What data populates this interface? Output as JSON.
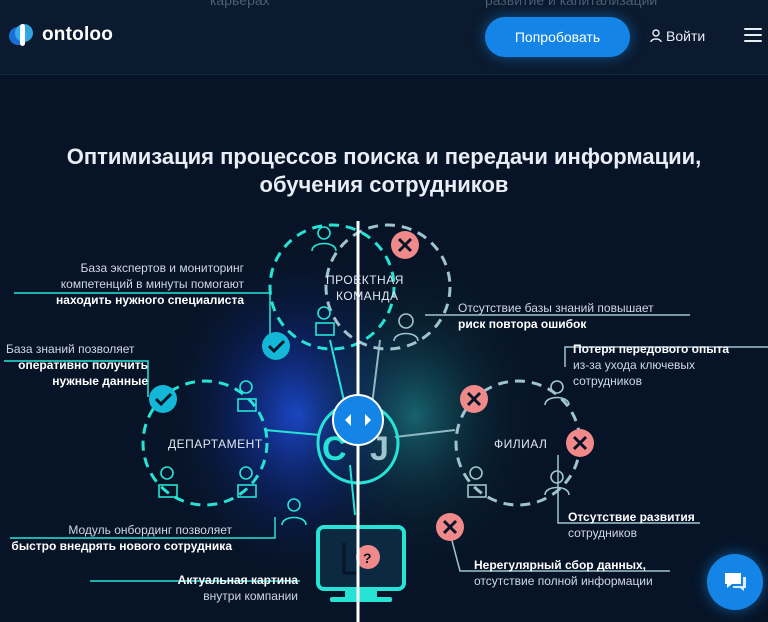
{
  "header": {
    "ghost_left": "карьерах",
    "ghost_right": "развитие и капитализации",
    "logo_text": "ontoloo",
    "try_button": "Попробовать",
    "login_label": "Войти"
  },
  "section": {
    "title_line1": "Оптимизация процессов поиска и передачи информации,",
    "title_line2": "обучения сотрудников"
  },
  "diagram": {
    "left": {
      "experts": {
        "line1": "База экспертов и мониторинг",
        "line2": "компетенций в минуты помогают",
        "bold": "находить нужного специалиста"
      },
      "knowledge": {
        "line1": "База знаний позволяет",
        "bold1": "оперативно получить",
        "bold2": "нужные данные"
      },
      "onboarding": {
        "line1": "Модуль онбординг позволяет",
        "bold": "быстро внедрять нового сотрудника"
      },
      "actual": {
        "bold": "Актуальная картина",
        "line2": "внутри компании"
      },
      "department_label": "ДЕПАРТАМЕНТ",
      "project_label_1": "ПРОЕКТНАЯ",
      "project_label_2": "КОМАНДА"
    },
    "right": {
      "no_kb": {
        "line1": "Отсутствие базы знаний повышает",
        "bold": "риск повтора ошибок"
      },
      "loss": {
        "bold": "Потеря передового опыта",
        "line2": "из-за ухода ключевых",
        "line3": "сотрудников"
      },
      "no_dev": {
        "bold": "Отсутствие развития",
        "line2": "сотрудников"
      },
      "irregular": {
        "bold": "Нерегулярный сбор данных,",
        "line2": "отсутствие полной информации"
      },
      "branch_label": "ФИЛИАЛ"
    }
  },
  "colors": {
    "accent": "#1485e6",
    "cyan": "#26e3d6",
    "check": "#13b7d8",
    "cross": "#f08a8a"
  },
  "icons": {
    "user": "user-icon",
    "menu": "hamburger-icon",
    "chat": "chat-icon",
    "slider": "compare-slider-icon"
  }
}
